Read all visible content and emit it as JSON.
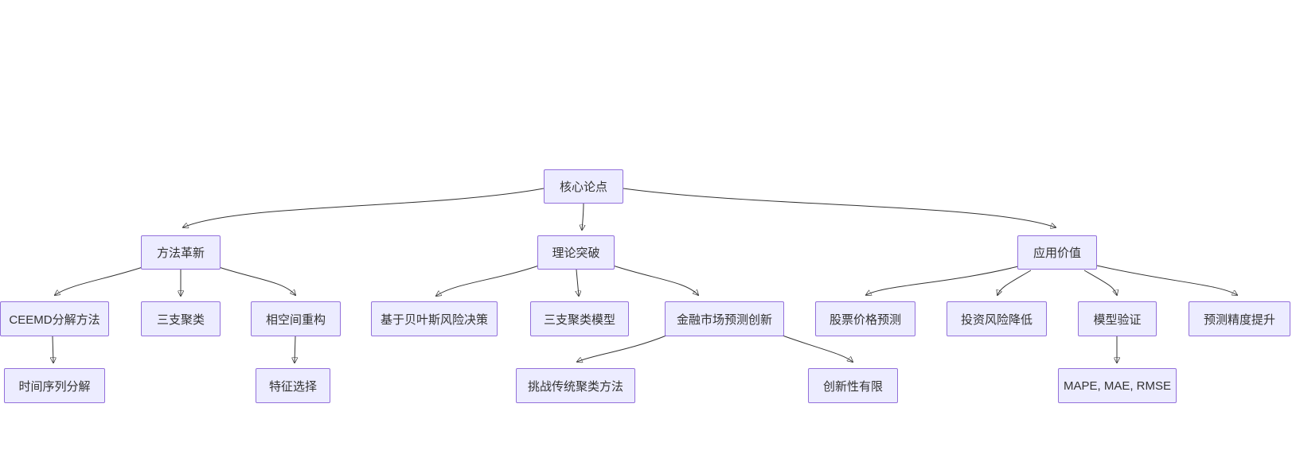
{
  "diagram": {
    "type": "flowchart",
    "direction": "top-down",
    "colors": {
      "node_fill": "#ECECFF",
      "node_border": "#9370DB",
      "edge_line": "#333333",
      "text": "#333333",
      "background": "#ffffff"
    },
    "nodes": {
      "core": {
        "label": "核心论点"
      },
      "method": {
        "label": "方法革新"
      },
      "theory": {
        "label": "理论突破"
      },
      "appvalue": {
        "label": "应用价值"
      },
      "ceemd": {
        "label": "CEEMD分解方法"
      },
      "threeway": {
        "label": "三支聚类"
      },
      "phase": {
        "label": "相空间重构"
      },
      "ts_decomp": {
        "label": "时间序列分解"
      },
      "feature": {
        "label": "特征选择"
      },
      "bayes": {
        "label": "基于贝叶斯风险决策"
      },
      "threeway_model": {
        "label": "三支聚类模型"
      },
      "finance": {
        "label": "金融市场预测创新"
      },
      "challenge": {
        "label": "挑战传统聚类方法"
      },
      "limited": {
        "label": "创新性有限"
      },
      "stock": {
        "label": "股票价格预测"
      },
      "risk": {
        "label": "投资风险降低"
      },
      "validation": {
        "label": "模型验证"
      },
      "precision": {
        "label": "预测精度提升"
      },
      "metrics": {
        "label": "MAPE, MAE, RMSE"
      }
    },
    "edges": [
      {
        "from": "core",
        "to": "method"
      },
      {
        "from": "core",
        "to": "theory"
      },
      {
        "from": "core",
        "to": "appvalue"
      },
      {
        "from": "method",
        "to": "ceemd"
      },
      {
        "from": "method",
        "to": "threeway"
      },
      {
        "from": "method",
        "to": "phase"
      },
      {
        "from": "ceemd",
        "to": "ts_decomp"
      },
      {
        "from": "phase",
        "to": "feature"
      },
      {
        "from": "theory",
        "to": "bayes"
      },
      {
        "from": "theory",
        "to": "threeway_model"
      },
      {
        "from": "theory",
        "to": "finance"
      },
      {
        "from": "finance",
        "to": "challenge"
      },
      {
        "from": "finance",
        "to": "limited"
      },
      {
        "from": "appvalue",
        "to": "stock"
      },
      {
        "from": "appvalue",
        "to": "risk"
      },
      {
        "from": "appvalue",
        "to": "validation"
      },
      {
        "from": "appvalue",
        "to": "precision"
      },
      {
        "from": "validation",
        "to": "metrics"
      }
    ]
  }
}
